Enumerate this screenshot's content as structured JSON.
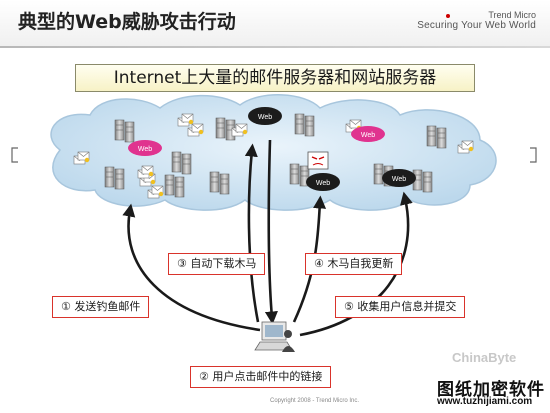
{
  "header": {
    "title": "典型的Web威胁攻击行动",
    "brand_name": "Trend Micro",
    "brand_slogan": "Securing Your Web World"
  },
  "banner": "Internet上大量的邮件服务器和网站服务器",
  "web_server_label": "Web",
  "steps": {
    "step1": "① 发送钓鱼邮件",
    "step2": "② 用户点击邮件中的链接",
    "step3": "③ 自动下载木马",
    "step4": "④ 木马自我更新",
    "step5": "⑤ 收集用户信息并提交"
  },
  "footer": "Copyright 2008 - Trend Micro Inc.",
  "watermarks": {
    "chinabyte": "ChinaByte",
    "site_name": "图纸加密软件",
    "site_url": "www.tuzhijiami.com"
  },
  "colors": {
    "step_border": "#d9332b",
    "arrow": "#1a1a1a",
    "cloud": "#cfe4f2",
    "web_dark": "#1c1c1c",
    "web_pink": "#e0338f"
  }
}
